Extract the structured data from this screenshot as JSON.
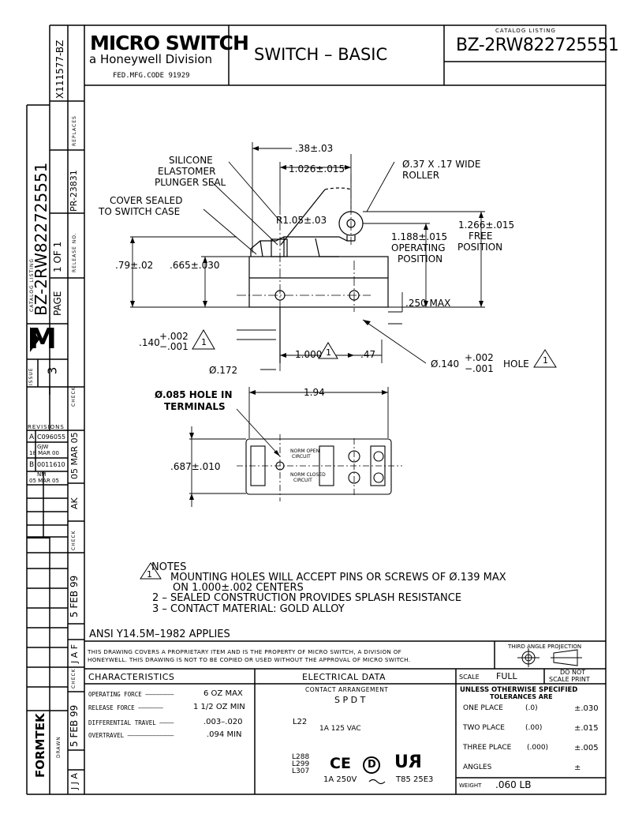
{
  "header": {
    "brand": "MICRO SWITCH",
    "division": "a Honeywell Division",
    "fed_code": "FED.MFG.CODE 91929",
    "title": "SWITCH – BASIC",
    "catalog_caption": "CATALOG LISTING",
    "catalog_number": "BZ-2RW822725551"
  },
  "left_strip": {
    "replaces_label": "REPLACES",
    "replaces_value": "X111577-BZ",
    "release_label": "RELEASE NO.",
    "release_value": "PR-23831",
    "catalog_label": "CATALOG LISTING",
    "catalog_value": "BZ-2RW822725551",
    "page_label": "PAGE",
    "page_value": "1 OF 1",
    "issue_label": "ISSUE",
    "issue_value": "3",
    "m_logo": "M",
    "check_label": "CHECK",
    "check_date": "05 MAR 05",
    "ak": "AK",
    "check_label2": "CHECK",
    "date2": "5 FEB 99",
    "jaf": "J A F",
    "check_label3": "CHECK",
    "date3": "5 FEB 99",
    "drawn_label": "DRAWN",
    "jja": "J J A",
    "formtek": "FORMTEK"
  },
  "revisions": {
    "title": "REVISIONS",
    "rows": [
      {
        "letter": "A",
        "number": "C096055",
        "by": "GJW",
        "date": "18 MAR 00"
      },
      {
        "letter": "B",
        "number": "0011610",
        "by": "NM",
        "date": "05 MAR 05"
      }
    ]
  },
  "drawing": {
    "dim_038": ".38±.03",
    "dim_1026": "1.026±.015",
    "roller": [
      "Ø.37 X .17 WIDE",
      "ROLLER"
    ],
    "silicone": [
      "SILICONE",
      "ELASTOMER",
      "PLUNGER SEAL"
    ],
    "cover": [
      "COVER SEALED",
      "TO SWITCH CASE"
    ],
    "radius": "R1.05±.03",
    "free": [
      "1.266±.015",
      "FREE",
      "POSITION"
    ],
    "operating": [
      "1.188±.015",
      "OPERATING",
      "POSITION"
    ],
    "dim_079": ".79±.02",
    "dim_0665": ".665±.030",
    "dim_250": ".250 MAX",
    "tol_left_base": ".140",
    "tol_left_plus": "+.002",
    "tol_left_minus": "−.001",
    "dim_1000": "1.000",
    "dim_047": ".47",
    "hole_right_base": "Ø.140",
    "hole_right_plus": "+.002",
    "hole_right_minus": "−.001",
    "hole_right_suffix": "HOLE",
    "dia_172": "Ø.172",
    "term_hole": [
      "Ø.085 HOLE IN",
      "TERMINALS"
    ],
    "dim_194": "1.94",
    "dim_0687": ".687±.010",
    "norm_open": [
      "NORM OPEN",
      "CIRCUIT"
    ],
    "norm_closed": [
      "NORM CLOSED",
      "CIRCUIT"
    ],
    "note_ref": "1"
  },
  "notes": {
    "title": "NOTES",
    "n1_num": "1",
    "n1_line1": "MOUNTING HOLES WILL ACCEPT PINS OR SCREWS OF Ø.139 MAX",
    "n1_line2": "ON 1.000±.002 CENTERS",
    "n2": "2 – SEALED CONSTRUCTION PROVIDES SPLASH RESISTANCE",
    "n3": "3 – CONTACT MATERIAL:  GOLD ALLOY"
  },
  "ansi": "ANSI Y14.5M–1982 APPLIES",
  "proprietary": [
    "THIS DRAWING COVERS A PROPRIETARY ITEM AND IS THE PROPERTY OF MICRO SWITCH, A DIVISION OF",
    "HONEYWELL. THIS DRAWING IS NOT TO BE COPIED OR USED WITHOUT THE APPROVAL OF MICRO SWITCH."
  ],
  "projection": "THIRD ANGLE PROJECTION",
  "characteristics": {
    "title": "CHARACTERISTICS",
    "rows": [
      {
        "label": "OPERATING FORCE ––––––––",
        "value": "6 OZ MAX"
      },
      {
        "label": "RELEASE FORCE –––––––",
        "value": "1 1/2 OZ MIN"
      },
      {
        "label": "DIFFERENTIAL TRAVEL ––––",
        "value": ".003–.020"
      },
      {
        "label": "OVERTRAVEL –––––––––––––",
        "value": ".094 MIN"
      }
    ]
  },
  "electrical": {
    "title": "ELECTRICAL DATA",
    "contact_label": "CONTACT ARRANGEMENT",
    "contact_value": "S P D T",
    "l22": "L22",
    "l22_rating": "1A 125 VAC",
    "codes": [
      "L288",
      "L299",
      "L307"
    ],
    "ce_mark": "CE",
    "d_mark": "D",
    "ur_mark": "RU",
    "rating2_a": "1A 250V",
    "rating2_b": "T85 25E3"
  },
  "scale": {
    "label": "SCALE",
    "value": "FULL",
    "do_not": [
      "DO NOT",
      "SCALE PRINT"
    ]
  },
  "tolerances": {
    "title": [
      "UNLESS OTHERWISE SPECIFIED",
      "TOLERANCES ARE"
    ],
    "rows": [
      {
        "label": "ONE PLACE",
        "fmt": "(.0)",
        "value": "±.030"
      },
      {
        "label": "TWO PLACE",
        "fmt": "(.00)",
        "value": "±.015"
      },
      {
        "label": "THREE PLACE",
        "fmt": "(.000)",
        "value": "±.005"
      },
      {
        "label": "ANGLES",
        "fmt": "",
        "value": "±"
      }
    ]
  },
  "weight": {
    "label": "WEIGHT",
    "value": ".060 LB"
  }
}
